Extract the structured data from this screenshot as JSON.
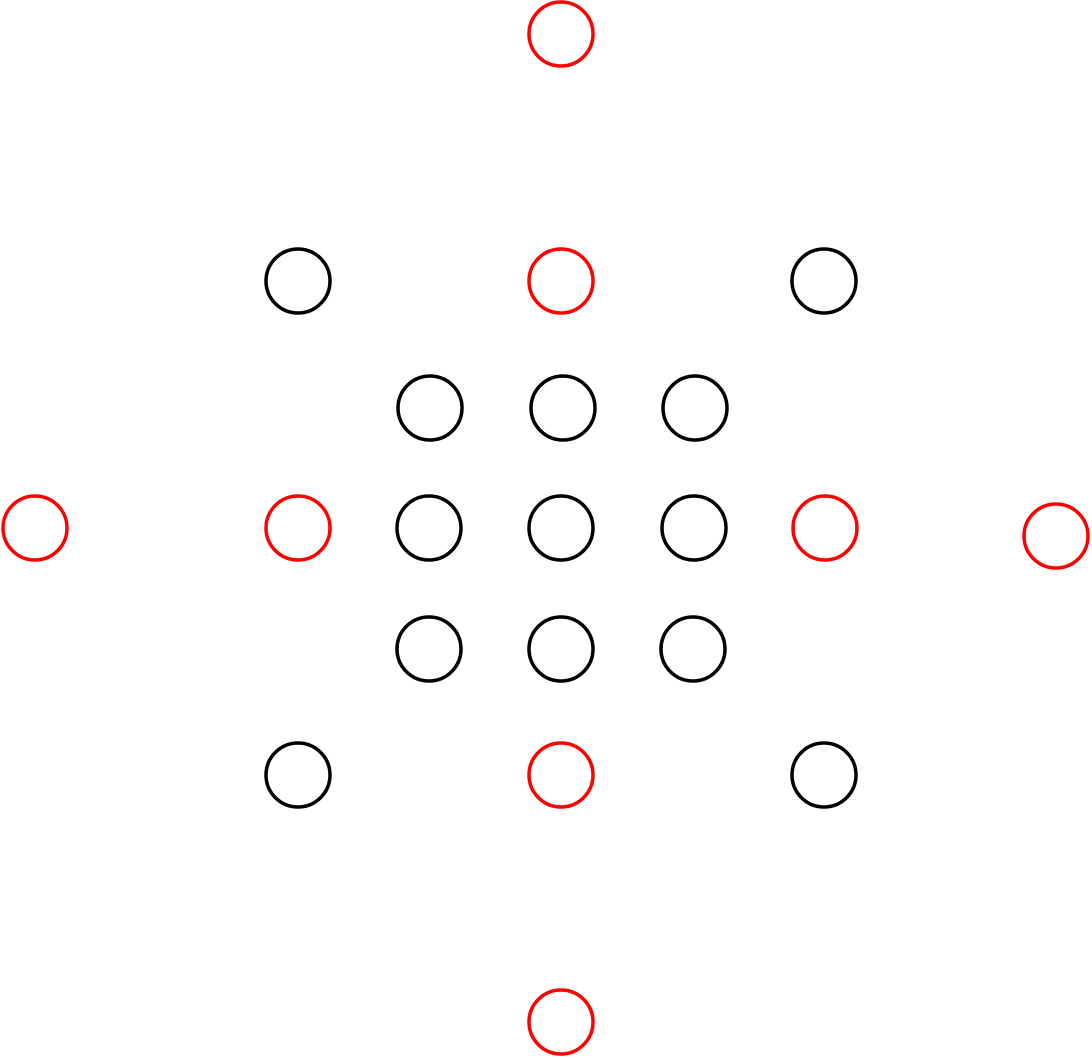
{
  "diagram": {
    "colors": {
      "red": "#ff0000",
      "black": "#000000"
    },
    "nodes": [
      {
        "id": "red-top",
        "color": "red"
      },
      {
        "id": "black-upper-left",
        "color": "black"
      },
      {
        "id": "red-upper-center",
        "color": "red"
      },
      {
        "id": "black-upper-right",
        "color": "black"
      },
      {
        "id": "inner-top-left",
        "color": "black"
      },
      {
        "id": "inner-top-center",
        "color": "black"
      },
      {
        "id": "inner-top-right",
        "color": "black"
      },
      {
        "id": "red-left-outer",
        "color": "red"
      },
      {
        "id": "red-left-inner",
        "color": "red"
      },
      {
        "id": "inner-mid-left",
        "color": "black"
      },
      {
        "id": "inner-center",
        "color": "black"
      },
      {
        "id": "inner-mid-right",
        "color": "black"
      },
      {
        "id": "red-right-inner",
        "color": "red"
      },
      {
        "id": "red-right-outer",
        "color": "red"
      },
      {
        "id": "inner-bottom-left",
        "color": "black"
      },
      {
        "id": "inner-bottom-center",
        "color": "black"
      },
      {
        "id": "inner-bottom-right",
        "color": "black"
      },
      {
        "id": "black-lower-left",
        "color": "black"
      },
      {
        "id": "red-lower-center",
        "color": "red"
      },
      {
        "id": "black-lower-right",
        "color": "black"
      },
      {
        "id": "red-bottom",
        "color": "red"
      }
    ]
  }
}
